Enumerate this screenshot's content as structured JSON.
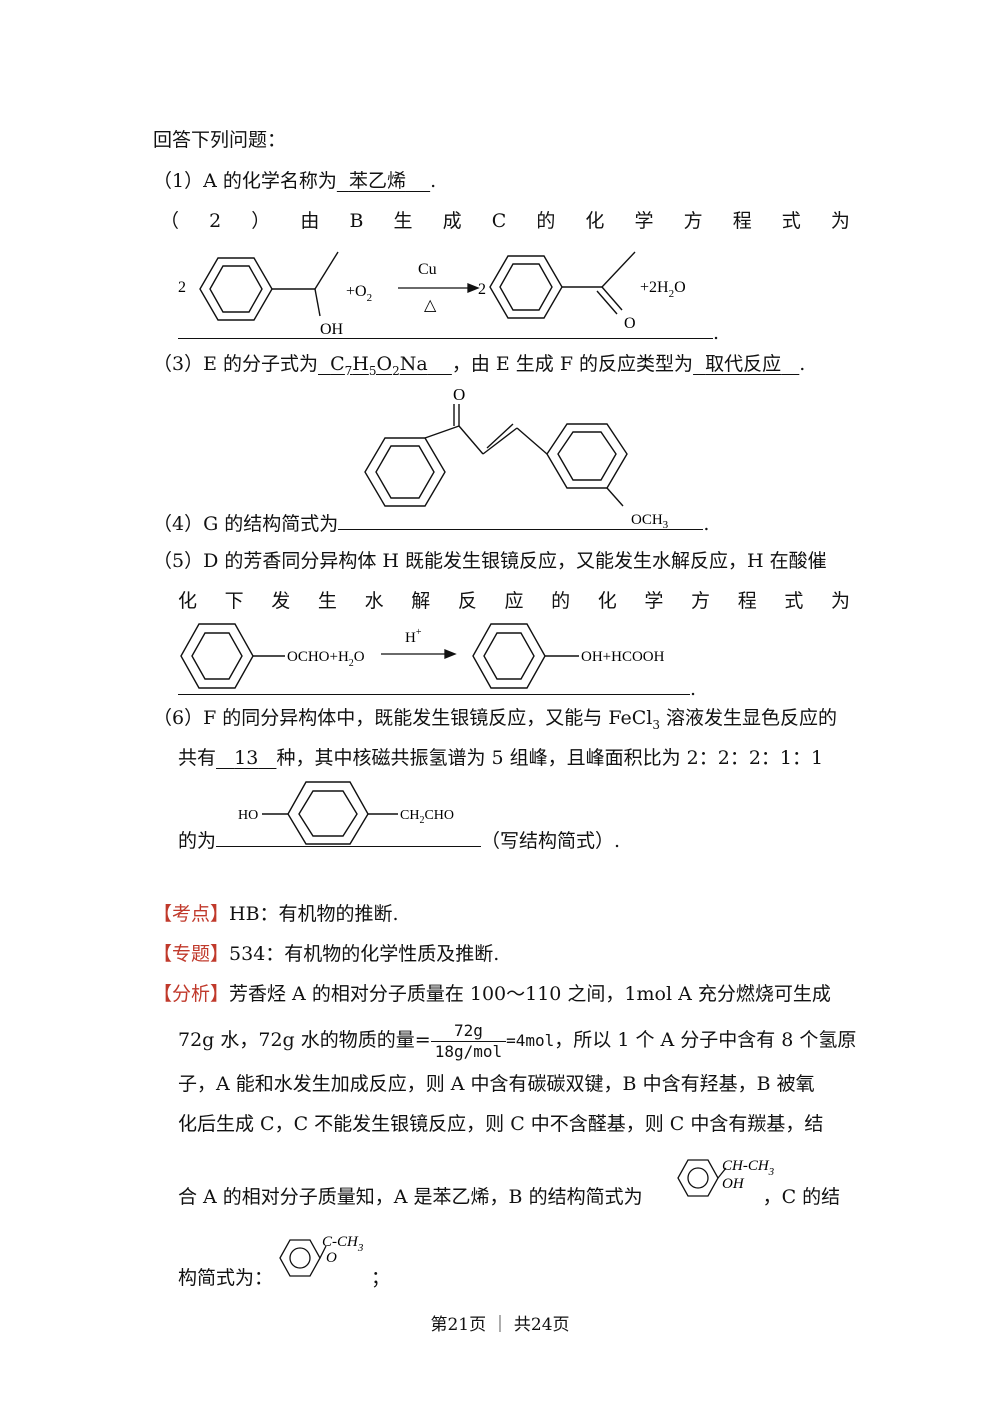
{
  "intro": "回答下列问题：",
  "q1": {
    "label": "（1）A 的化学名称为",
    "answer": "苯乙烯",
    "end": "."
  },
  "q2": {
    "tokens": [
      "（",
      "2",
      "）",
      "由",
      "B",
      "生",
      "成",
      "C",
      "的",
      "化",
      "学",
      "方",
      "程",
      "式",
      "为"
    ],
    "eq": {
      "coef1": "2",
      "oh": "OH",
      "o2": "+O",
      "o2_sub": "2",
      "cat": "Cu",
      "heat": "△",
      "coef2": "2",
      "o": "O",
      "water": "+2H",
      "water_sub": "2",
      "water_end": "O"
    },
    "end": "."
  },
  "q3": {
    "label1": "（3）E 的分子式为",
    "formula": [
      "C",
      "7",
      "H",
      "5",
      "O",
      "2",
      "Na"
    ],
    "label2": "，由 E 生成 F 的反应类型为",
    "answer2": "取代反应",
    "end": "."
  },
  "q4": {
    "label": "（4）G 的结构简式为",
    "o": "O",
    "och3": "OCH",
    "och3_sub": "3",
    "end": "."
  },
  "q5": {
    "line1": "（5）D 的芳香同分异构体 H 既能发生银镜反应，又能发生水解反应，H 在酸催",
    "tokens": [
      "化",
      "下",
      "发",
      "生",
      "水",
      "解",
      "反",
      "应",
      "的",
      "化",
      "学",
      "方",
      "程",
      "式",
      "为"
    ],
    "eq": {
      "left": "OCHO+H",
      "left_sub": "2",
      "left_end": "O",
      "cat": "H",
      "cat_sup": "+",
      "right": "OH+HCOOH"
    },
    "end": "."
  },
  "q6": {
    "line1_a": "（6）F 的同分异构体中，既能发生银镜反应，又能与 FeCl",
    "line1_sub": "3",
    "line1_b": " 溶液发生显色反应的",
    "line2_a": "共有",
    "count": "13",
    "line2_b": "种，其中核磁共振氢谱为 5 组峰，且峰面积比为 2：2：2：1：1",
    "line3_a": "的为",
    "ho": "HO",
    "ch2cho": "CH",
    "ch2cho_sub": "2",
    "ch2cho_end": "CHO",
    "line3_b": "（写结构简式）."
  },
  "kaodian": {
    "tag": "【考点】",
    "text": "HB：有机物的推断."
  },
  "zhuanti": {
    "tag": "【专题】",
    "text": "534：有机物的化学性质及推断."
  },
  "fenxi": {
    "tag": "【分析】",
    "l1": "芳香烃 A 的相对分子质量在 100～110 之间，1mol A 充分燃烧可生成",
    "l2_a": "72g 水，72g 水的物质的量=",
    "num": "72g",
    "den": "18g/mol",
    "l2_b": "=4mol",
    "l2_c": "，所以 1 个 A 分子中含有 8 个氢原",
    "l3": "子，A 能和水发生加成反应，则 A 中含有碳碳双键，B 中含有羟基，B 被氧",
    "l4": "化后生成 C，C 不能发生银镜反应，则 C 中不含醛基，则 C 中含有羰基，结",
    "l5_a": "合 A 的相对分子质量知，A 是苯乙烯，B 的结构简式为",
    "l5_b": "，C 的结",
    "b_struct": {
      "top": "CH-CH",
      "top_sub": "3",
      "bottom": "OH"
    },
    "l6_a": "构简式为：",
    "c_struct": {
      "top": "C-CH",
      "top_sub": "3",
      "bottom": "O"
    },
    "l6_b": "；"
  },
  "footer": "第21页 ｜ 共24页"
}
